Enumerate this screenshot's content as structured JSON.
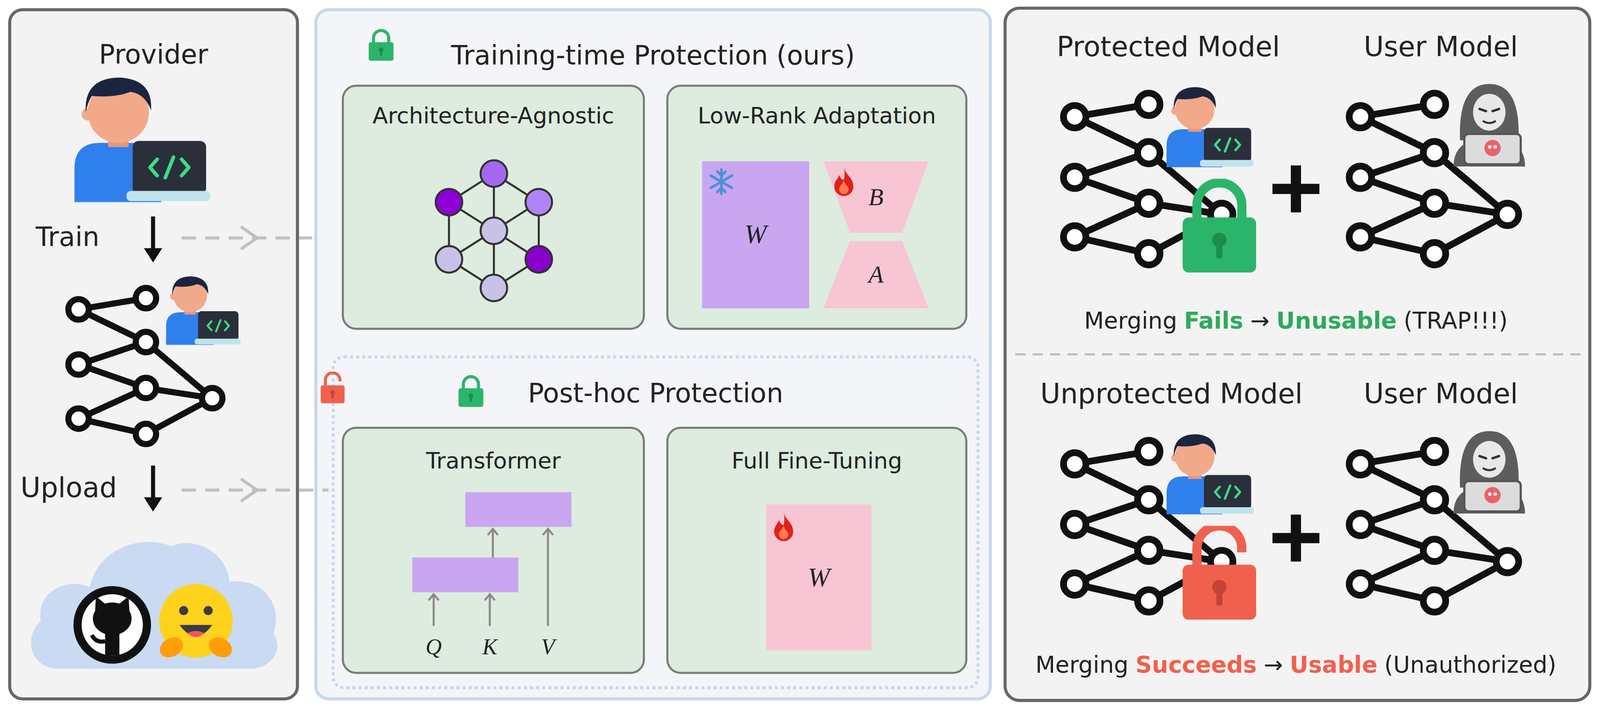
{
  "diagram": {
    "nodes": [
      {
        "text": [
          "Provider"
        ]
      },
      {
        "text": [
          "Training-time Protection (ours)"
        ]
      },
      {
        "text": [
          "Architecture-Agnostic"
        ],
        "in": 1
      },
      {
        "text": [
          "Low-Rank Adaptation"
        ],
        "in": 1
      },
      {
        "text": [
          "W"
        ],
        "in": 3
      },
      {
        "text": [
          "B"
        ],
        "in": 3
      },
      {
        "text": [
          "A"
        ],
        "in": 3
      },
      {
        "text": [
          "Post-hoc Protection"
        ],
        "in": 1
      },
      {
        "text": [
          "Transformer"
        ],
        "in": 7
      },
      {
        "text": [
          "Full Fine-Tuning"
        ],
        "in": 7
      },
      {
        "text": [
          "W"
        ],
        "in": 9
      }
    ],
    "labels": [
      "Train",
      "Upload",
      "Q",
      "K",
      "V",
      "Protected Model",
      "User Model",
      "Merging",
      "Fails",
      "→",
      "Unusable",
      "(TRAP!!!)",
      "Unprotected Model",
      "User Model",
      "Merging",
      "Succeeds",
      "→",
      "Usable",
      "(Unauthorized)"
    ]
  }
}
